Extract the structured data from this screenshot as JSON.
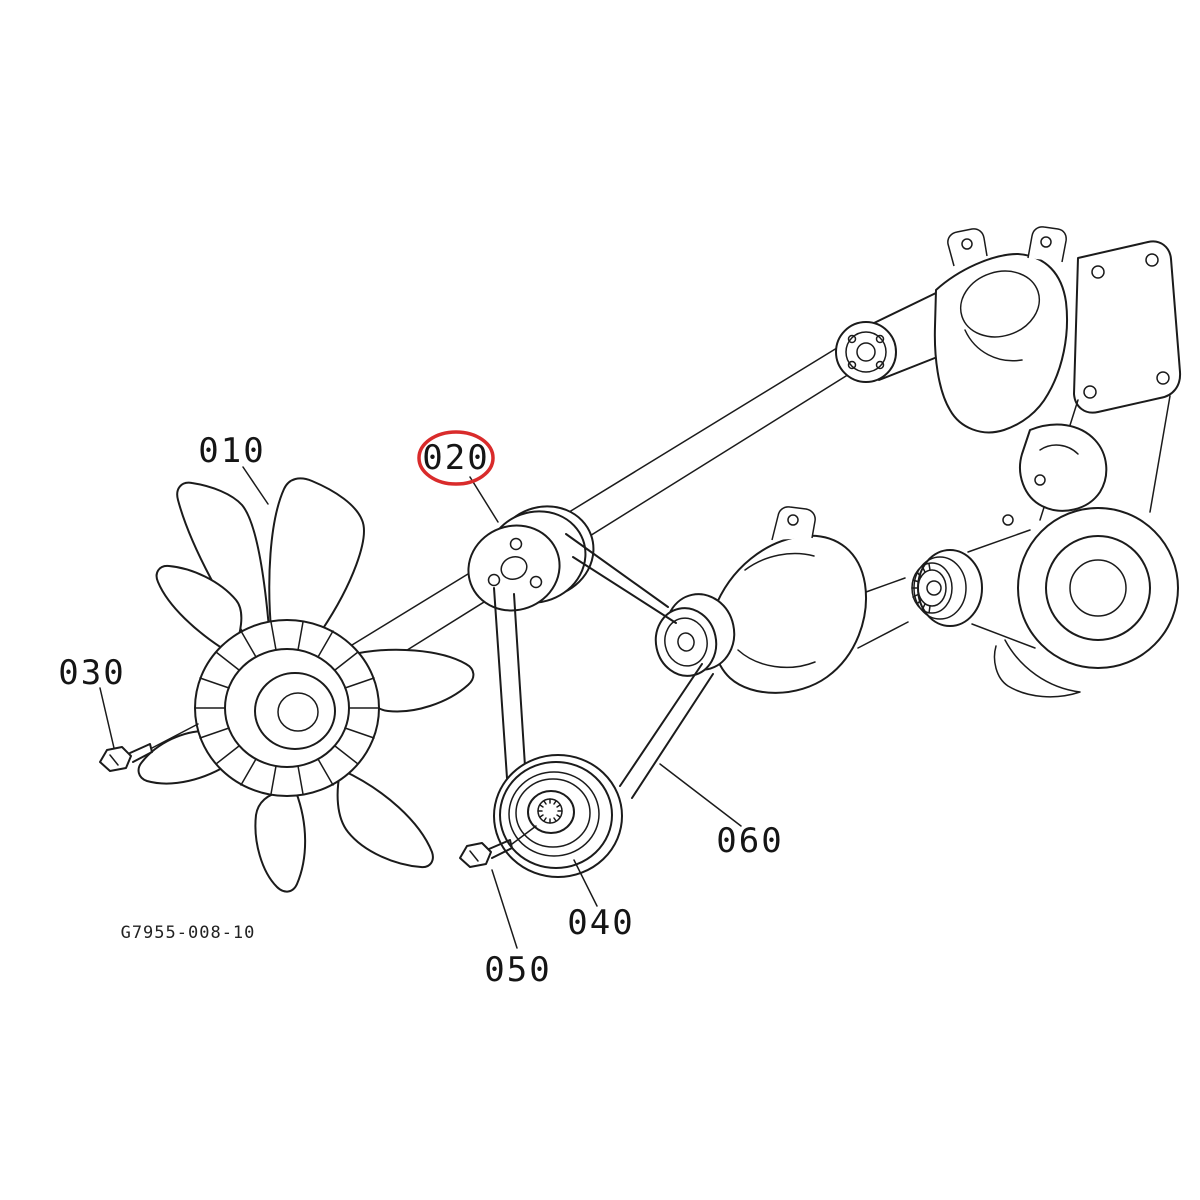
{
  "diagram": {
    "kind": "exploded-parts-diagram",
    "drawing_number": "G7955-008-10",
    "background": "#ffffff",
    "line_color": "#1b1b1b",
    "highlight_color": "#d92b2b",
    "labels": [
      {
        "id": "010",
        "part": "cooling-fan",
        "highlighted": false
      },
      {
        "id": "020",
        "part": "fan-drive-pulley",
        "highlighted": true
      },
      {
        "id": "030",
        "part": "fan-bolt",
        "highlighted": false
      },
      {
        "id": "040",
        "part": "crankshaft-pulley",
        "highlighted": false
      },
      {
        "id": "050",
        "part": "pulley-bolt",
        "highlighted": false
      },
      {
        "id": "060",
        "part": "v-belt",
        "highlighted": false
      }
    ]
  }
}
